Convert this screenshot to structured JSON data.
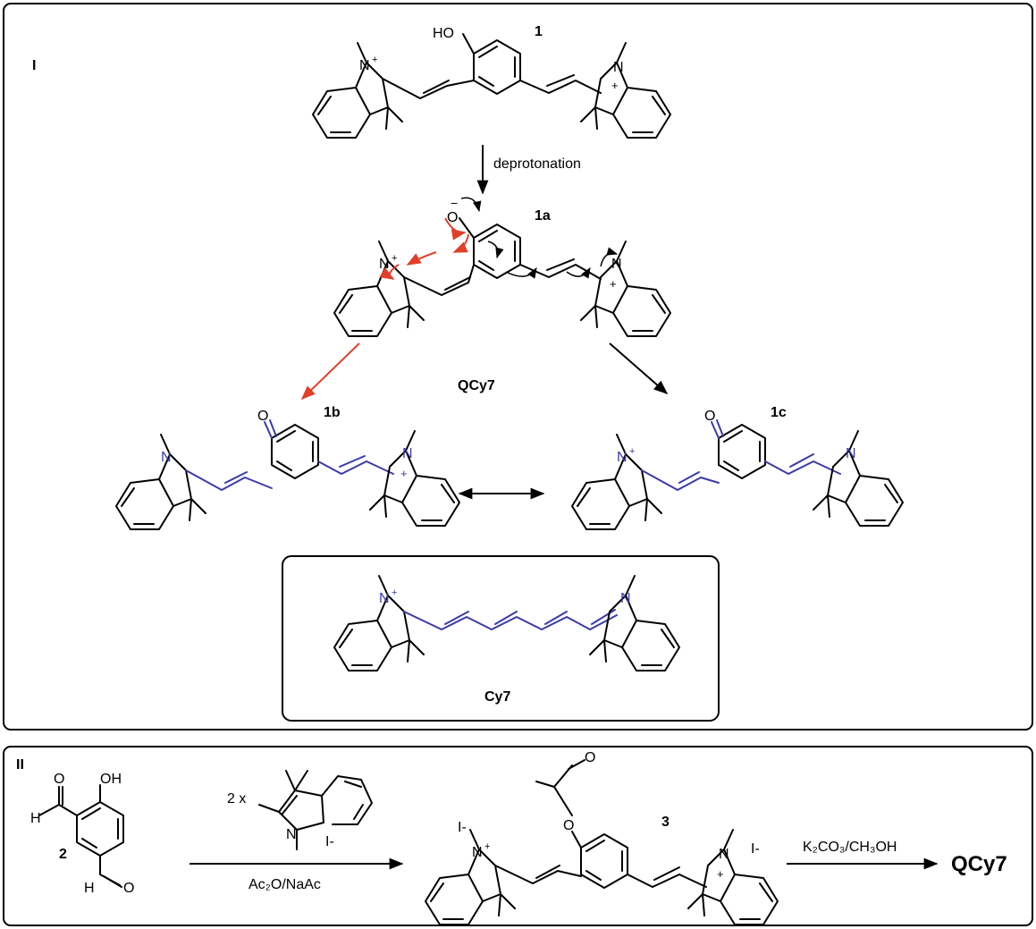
{
  "panels": {
    "panel_1_label": "I",
    "panel_2_label": "II"
  },
  "compounds": {
    "c1": "1",
    "c1a": "1a",
    "c1b": "1b",
    "c1c": "1c",
    "c2": "2",
    "c3": "3",
    "qcy7_center": "QCy7",
    "cy7": "Cy7",
    "qcy7_product": "QCy7"
  },
  "reagents": {
    "deprotonation": "deprotonation",
    "ac2o_naac": "Ac₂O/NaAc",
    "k2co3": "K₂CO₃/CH₃OH",
    "two_x": "2 x"
  },
  "atoms": {
    "ho": "HO",
    "oh": "OH",
    "o": "O",
    "o_minus": "O",
    "n": "N",
    "n_plus": "N+",
    "h": "H",
    "iodide": "I-"
  },
  "colors": {
    "black": "#000000",
    "blue": "#3a3aa8",
    "red": "#e0402a"
  }
}
